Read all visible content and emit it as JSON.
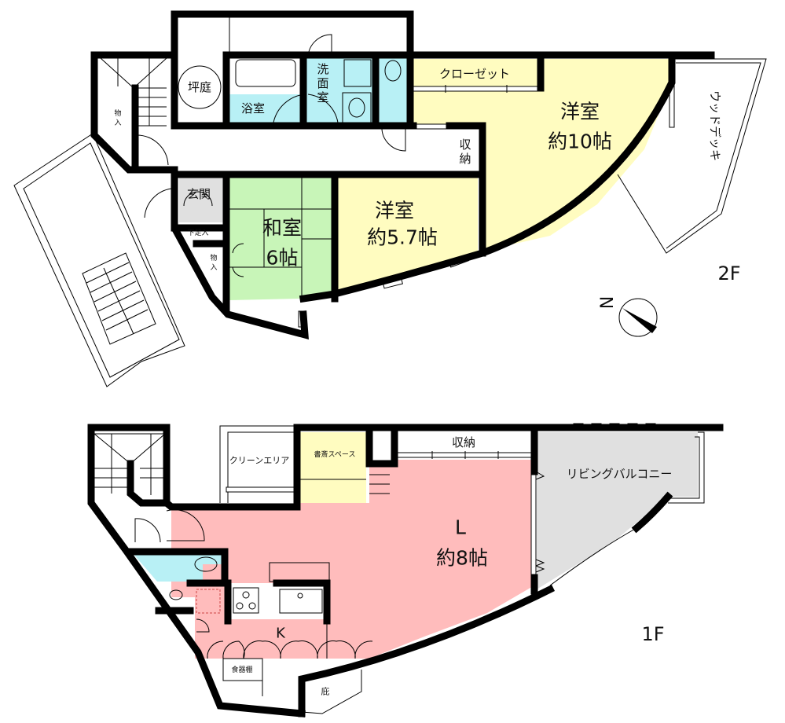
{
  "floors": {
    "second": {
      "label": "2F",
      "rooms": {
        "western_10": {
          "name": "洋室",
          "size": "約10帖",
          "color": "#fffcc0"
        },
        "western_57": {
          "name": "洋室",
          "size": "約5.7帖",
          "color": "#fffcc0"
        },
        "japanese": {
          "name": "和室",
          "size": "6帖",
          "color": "#c8f5b8"
        },
        "bath": {
          "name": "浴室",
          "color": "#b8f0f5"
        },
        "washroom": {
          "name": "洗面室",
          "line1": "洗",
          "line2": "面",
          "line3": "室",
          "color": "#b8f0f5"
        },
        "toilet_color": "#b8f0f5",
        "closet": {
          "name": "クローゼット"
        },
        "storage": {
          "name": "収納",
          "line1": "収",
          "line2": "納"
        },
        "courtyard": {
          "name": "坪庭"
        },
        "entrance": {
          "name": "玄関",
          "color": "#e0e0e0"
        },
        "shoe_box": {
          "name": "下足入"
        },
        "storage_small_a": {
          "name": "物入",
          "line1": "物",
          "line2": "入"
        },
        "storage_small_b": {
          "name": "物入",
          "line1": "物",
          "line2": "入"
        },
        "wood_deck": {
          "name": "ウッドデッキ"
        }
      }
    },
    "first": {
      "label": "1F",
      "rooms": {
        "living": {
          "name": "L",
          "size": "約8帖",
          "color": "#ffbcbc"
        },
        "kitchen": {
          "name": "K"
        },
        "study": {
          "name": "書斎スペース",
          "color": "#fffcc0"
        },
        "clean_area": {
          "name": "クリーンエリア"
        },
        "storage": {
          "name": "収納"
        },
        "balcony": {
          "name": "リビングバルコニー",
          "color": "#e0e0e0"
        },
        "cupboard": {
          "name": "食器棚"
        },
        "eaves": {
          "name": "庇"
        },
        "toilet_color": "#b8f0f5"
      }
    }
  },
  "compass": {
    "label": "N"
  }
}
